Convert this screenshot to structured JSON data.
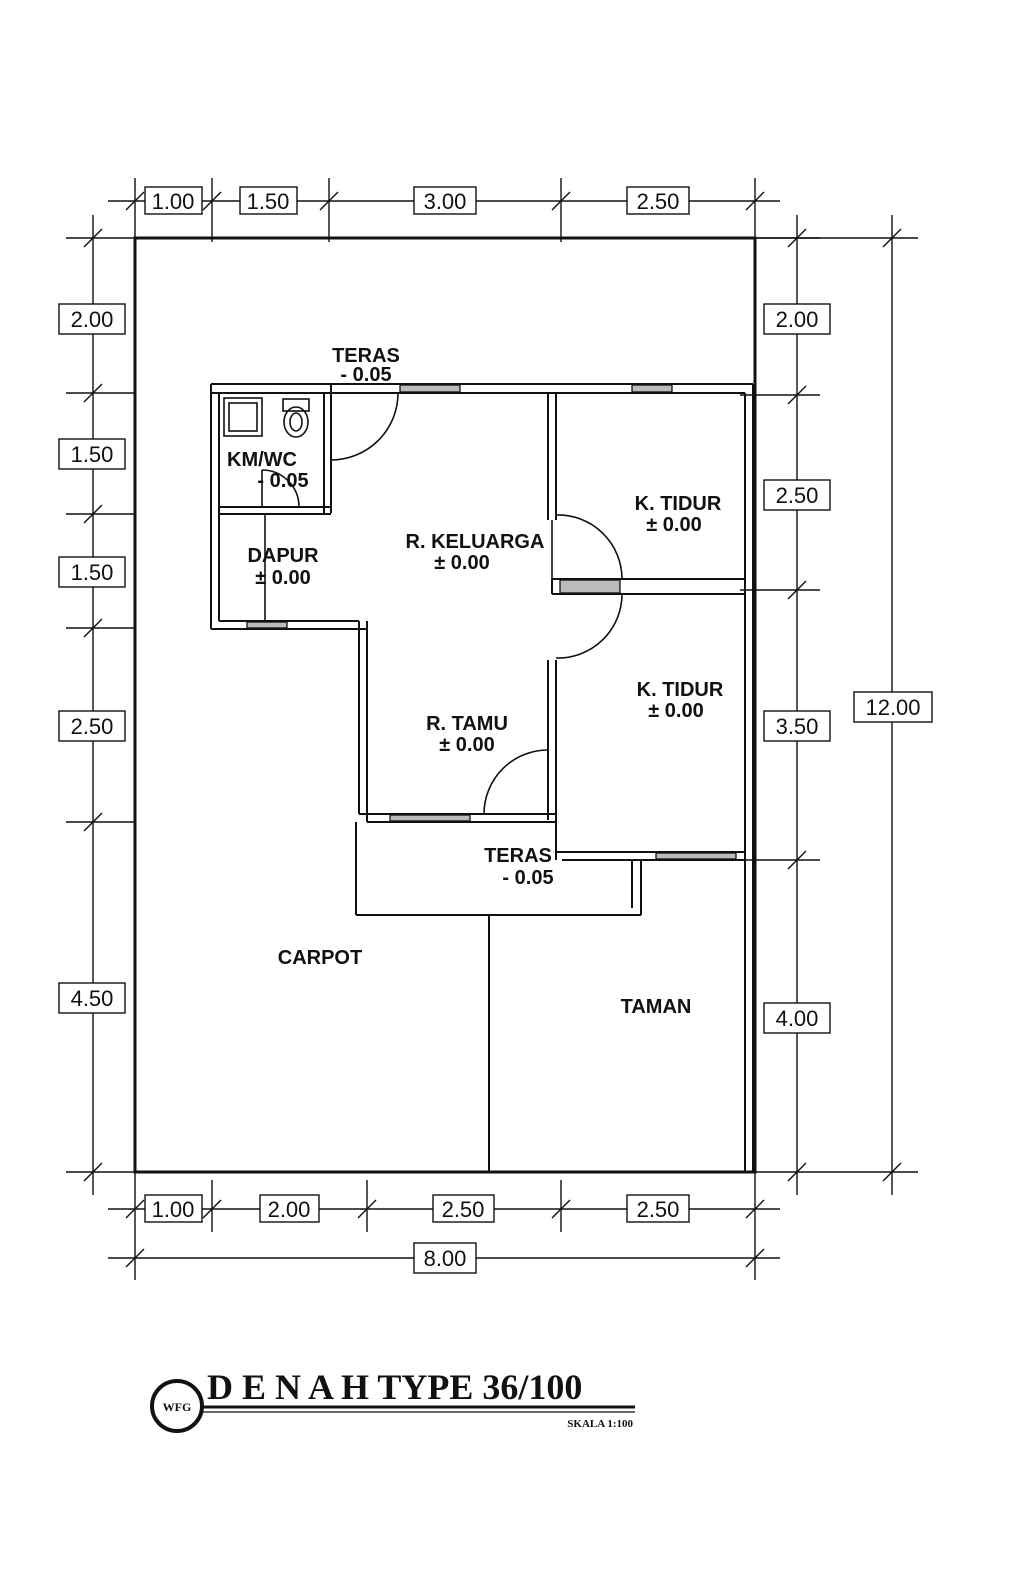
{
  "rooms": {
    "teras_top": {
      "name": "TERAS",
      "level": "- 0.05"
    },
    "km_wc": {
      "name": "KM/WC",
      "level": "- 0.05"
    },
    "dapur": {
      "name": "DAPUR",
      "level": "± 0.00"
    },
    "r_keluarga": {
      "name": "R. KELUARGA",
      "level": "± 0.00"
    },
    "k_tidur_1": {
      "name": "K. TIDUR",
      "level": "± 0.00"
    },
    "k_tidur_2": {
      "name": "K. TIDUR",
      "level": "± 0.00"
    },
    "r_tamu": {
      "name": "R. TAMU",
      "level": "± 0.00"
    },
    "teras_front": {
      "name": "TERAS",
      "level": "- 0.05"
    },
    "carpot": {
      "name": "CARPOT"
    },
    "taman": {
      "name": "TAMAN"
    }
  },
  "dimensions": {
    "top": [
      "1.00",
      "1.50",
      "3.00",
      "2.50"
    ],
    "left": [
      "2.00",
      "1.50",
      "1.50",
      "2.50",
      "4.50"
    ],
    "right": [
      "2.00",
      "2.50",
      "3.50",
      "4.00"
    ],
    "right_total": "12.00",
    "bottom": [
      "1.00",
      "2.00",
      "2.50",
      "2.50"
    ],
    "bottom_total": "8.00"
  },
  "title": {
    "logo": "WFG",
    "text": "D E N A H TYPE 36/100",
    "scale": "SKALA 1:100"
  }
}
